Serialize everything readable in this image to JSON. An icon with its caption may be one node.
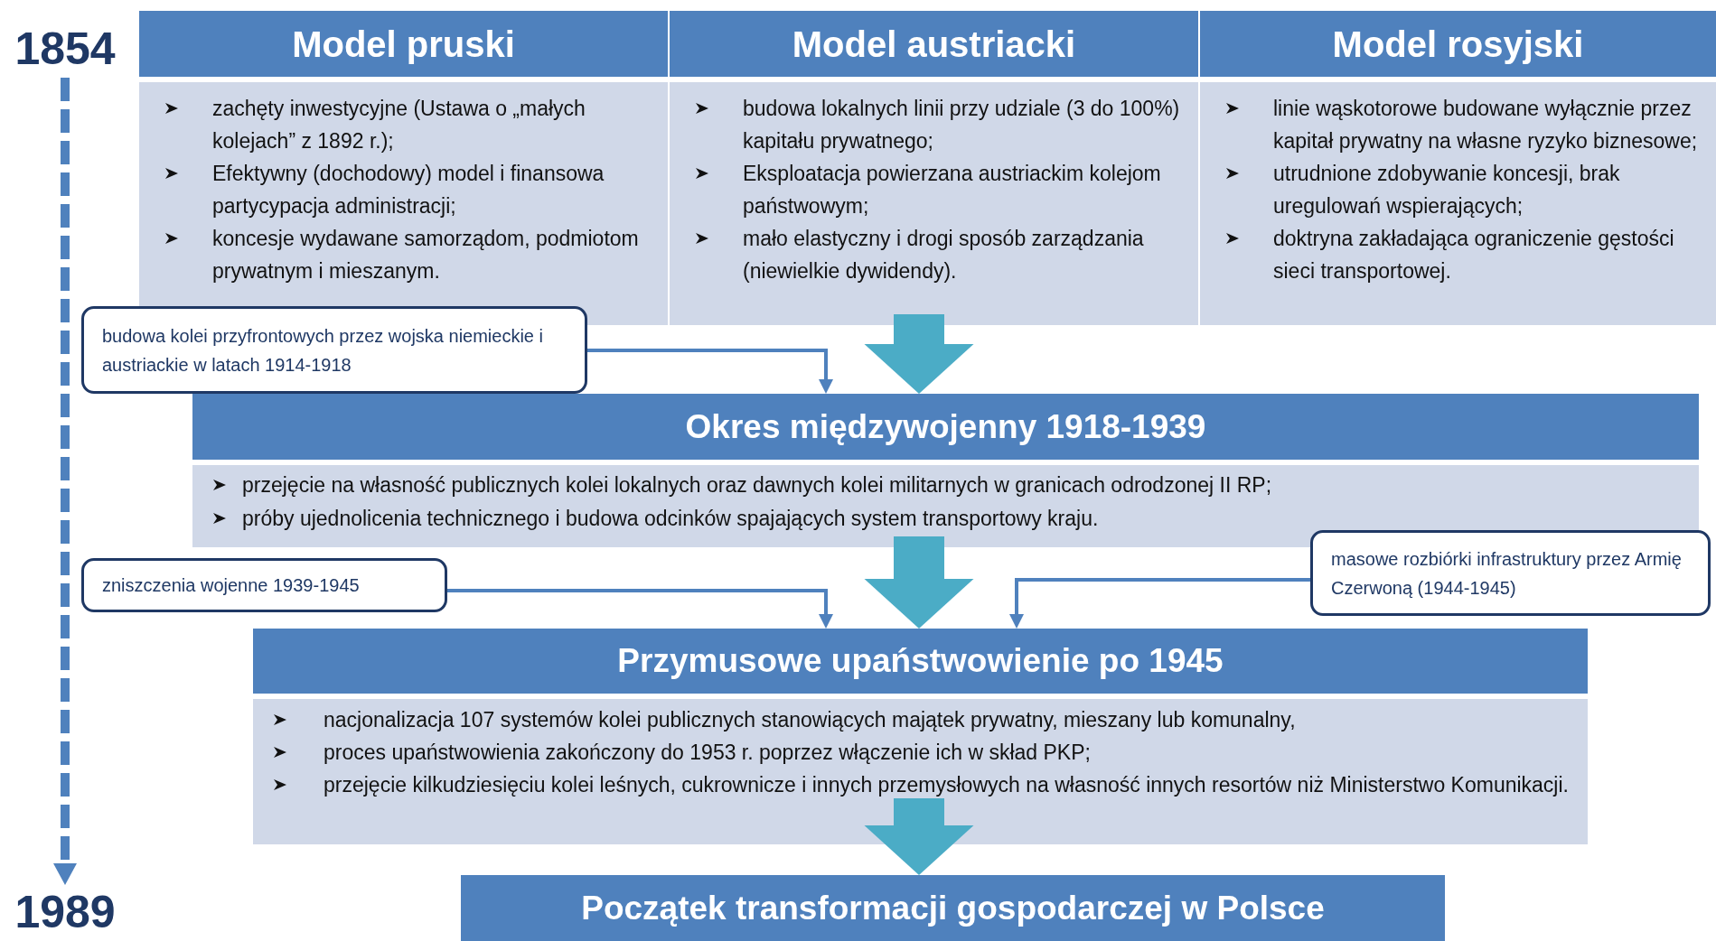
{
  "diagram": {
    "nodes": [
      {
        "text": [
          "1854"
        ]
      },
      {
        "text": [
          "1989"
        ]
      },
      {
        "text": [
          "Model pruski",
          "zachęty inwestycyjne (Ustawa o „małych kolejach” z 1892 r.);",
          "Efektywny (dochodowy) model i finansowa partycypacja administracji;",
          "koncesje wydawane samorządom, podmiotom prywatnym i mieszanym."
        ]
      },
      {
        "text": [
          "Model austriacki",
          "budowa lokalnych linii przy udziale (3 do 100%) kapitału prywatnego;",
          "Eksploatacja powierzana austriackim kolejom państwowym;",
          "mało elastyczny i drogi sposób zarządzania (niewielkie dywidendy)."
        ]
      },
      {
        "text": [
          "Model rosyjski",
          "linie wąskotorowe budowane wyłącznie przez kapitał prywatny na własne ryzyko biznesowe;",
          "utrudnione zdobywanie koncesji, brak uregulowań wspierających;",
          "doktryna zakładająca ograniczenie gęstości sieci transportowej."
        ]
      },
      {
        "text": [
          "budowa kolei przyfrontowych przez wojska niemieckie i austriackie w latach 1914-1918"
        ]
      },
      {
        "text": [
          "Okres międzywojenny 1918-1939",
          "przejęcie na własność publicznych kolei lokalnych oraz dawnych kolei militarnych w granicach odrodzonej II RP;",
          "próby ujednolicenia technicznego i budowa odcinków spajających system transportowy kraju."
        ]
      },
      {
        "text": [
          "zniszczenia wojenne 1939-1945"
        ]
      },
      {
        "text": [
          "masowe rozbiórki infrastruktury przez Armię Czerwoną (1944-1945)"
        ]
      },
      {
        "text": [
          "Przymusowe upaństwowienie po 1945",
          "nacjonalizacja 107 systemów kolei publicznych stanowiących majątek prywatny, mieszany lub komunalny,",
          "proces upaństwowienia zakończony do 1953 r. poprzez włączenie ich w skład PKP;",
          "przejęcie kilkudziesięciu kolei leśnych, cukrownicze i innych przemysłowych na własność innych resortów niż Ministerstwo Komunikacji."
        ]
      },
      {
        "text": [
          "Początek transformacji gospodarczej w Polsce"
        ]
      }
    ],
    "edges": [
      {
        "from": 0,
        "to": 1,
        "arrow": "to",
        "style": "dashed"
      },
      {
        "from": 5,
        "to": 6,
        "arrow": "to"
      },
      {
        "from": 3,
        "to": 6,
        "arrow": "to",
        "style": "thick",
        "color": "#4bacc6"
      },
      {
        "from": 7,
        "to": 9,
        "arrow": "to"
      },
      {
        "from": 8,
        "to": 9,
        "arrow": "to"
      },
      {
        "from": 6,
        "to": 9,
        "arrow": "to",
        "style": "thick",
        "color": "#4bacc6"
      },
      {
        "from": 9,
        "to": 10,
        "arrow": "to",
        "style": "thick",
        "color": "#4bacc6"
      }
    ]
  }
}
